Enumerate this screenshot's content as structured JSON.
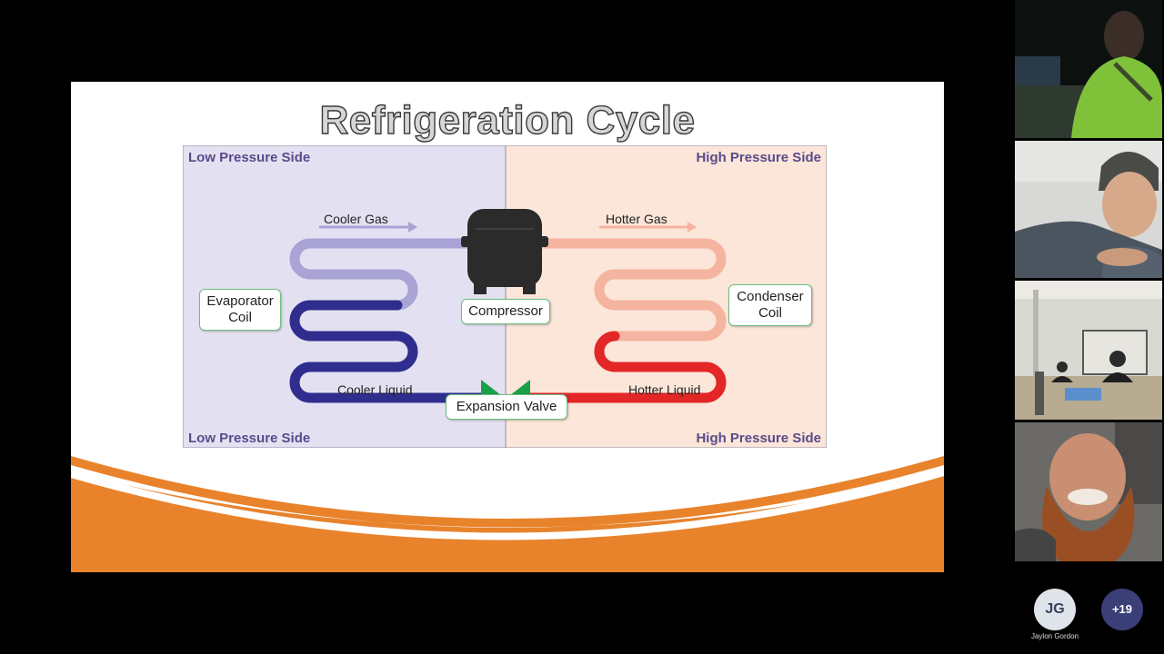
{
  "slide": {
    "title": "Refrigeration Cycle",
    "low_pressure_top": "Low Pressure Side",
    "low_pressure_bottom": "Low Pressure Side",
    "high_pressure_top": "High Pressure Side",
    "high_pressure_bottom": "High Pressure Side",
    "cooler_gas": "Cooler Gas",
    "hotter_gas": "Hotter Gas",
    "cooler_liquid": "Cooler Liquid",
    "hotter_liquid": "Hotter  Liquid",
    "evaporator_line1": "Evaporator",
    "evaporator_line2": "Coil",
    "condenser_line1": "Condenser",
    "condenser_line2": "Coil",
    "compressor": "Compressor",
    "expansion_valve": "Expansion Valve"
  },
  "participants": {
    "avatar_initials": "JG",
    "avatar_name": "Jaylon Gordon",
    "more_count": "+19"
  },
  "colors": {
    "low_side_bg": "#e3e1f1",
    "high_side_bg": "#fbe6d9",
    "orange": "#e8832c",
    "cold_light": "#a9a3d6",
    "cold_dark": "#2f2e8e",
    "hot_light": "#f5b4a0",
    "hot_dark": "#e32626",
    "valve_green": "#1aa04a",
    "avatar_bg": "#dfe3ea",
    "more_bg": "#3b3f78"
  }
}
